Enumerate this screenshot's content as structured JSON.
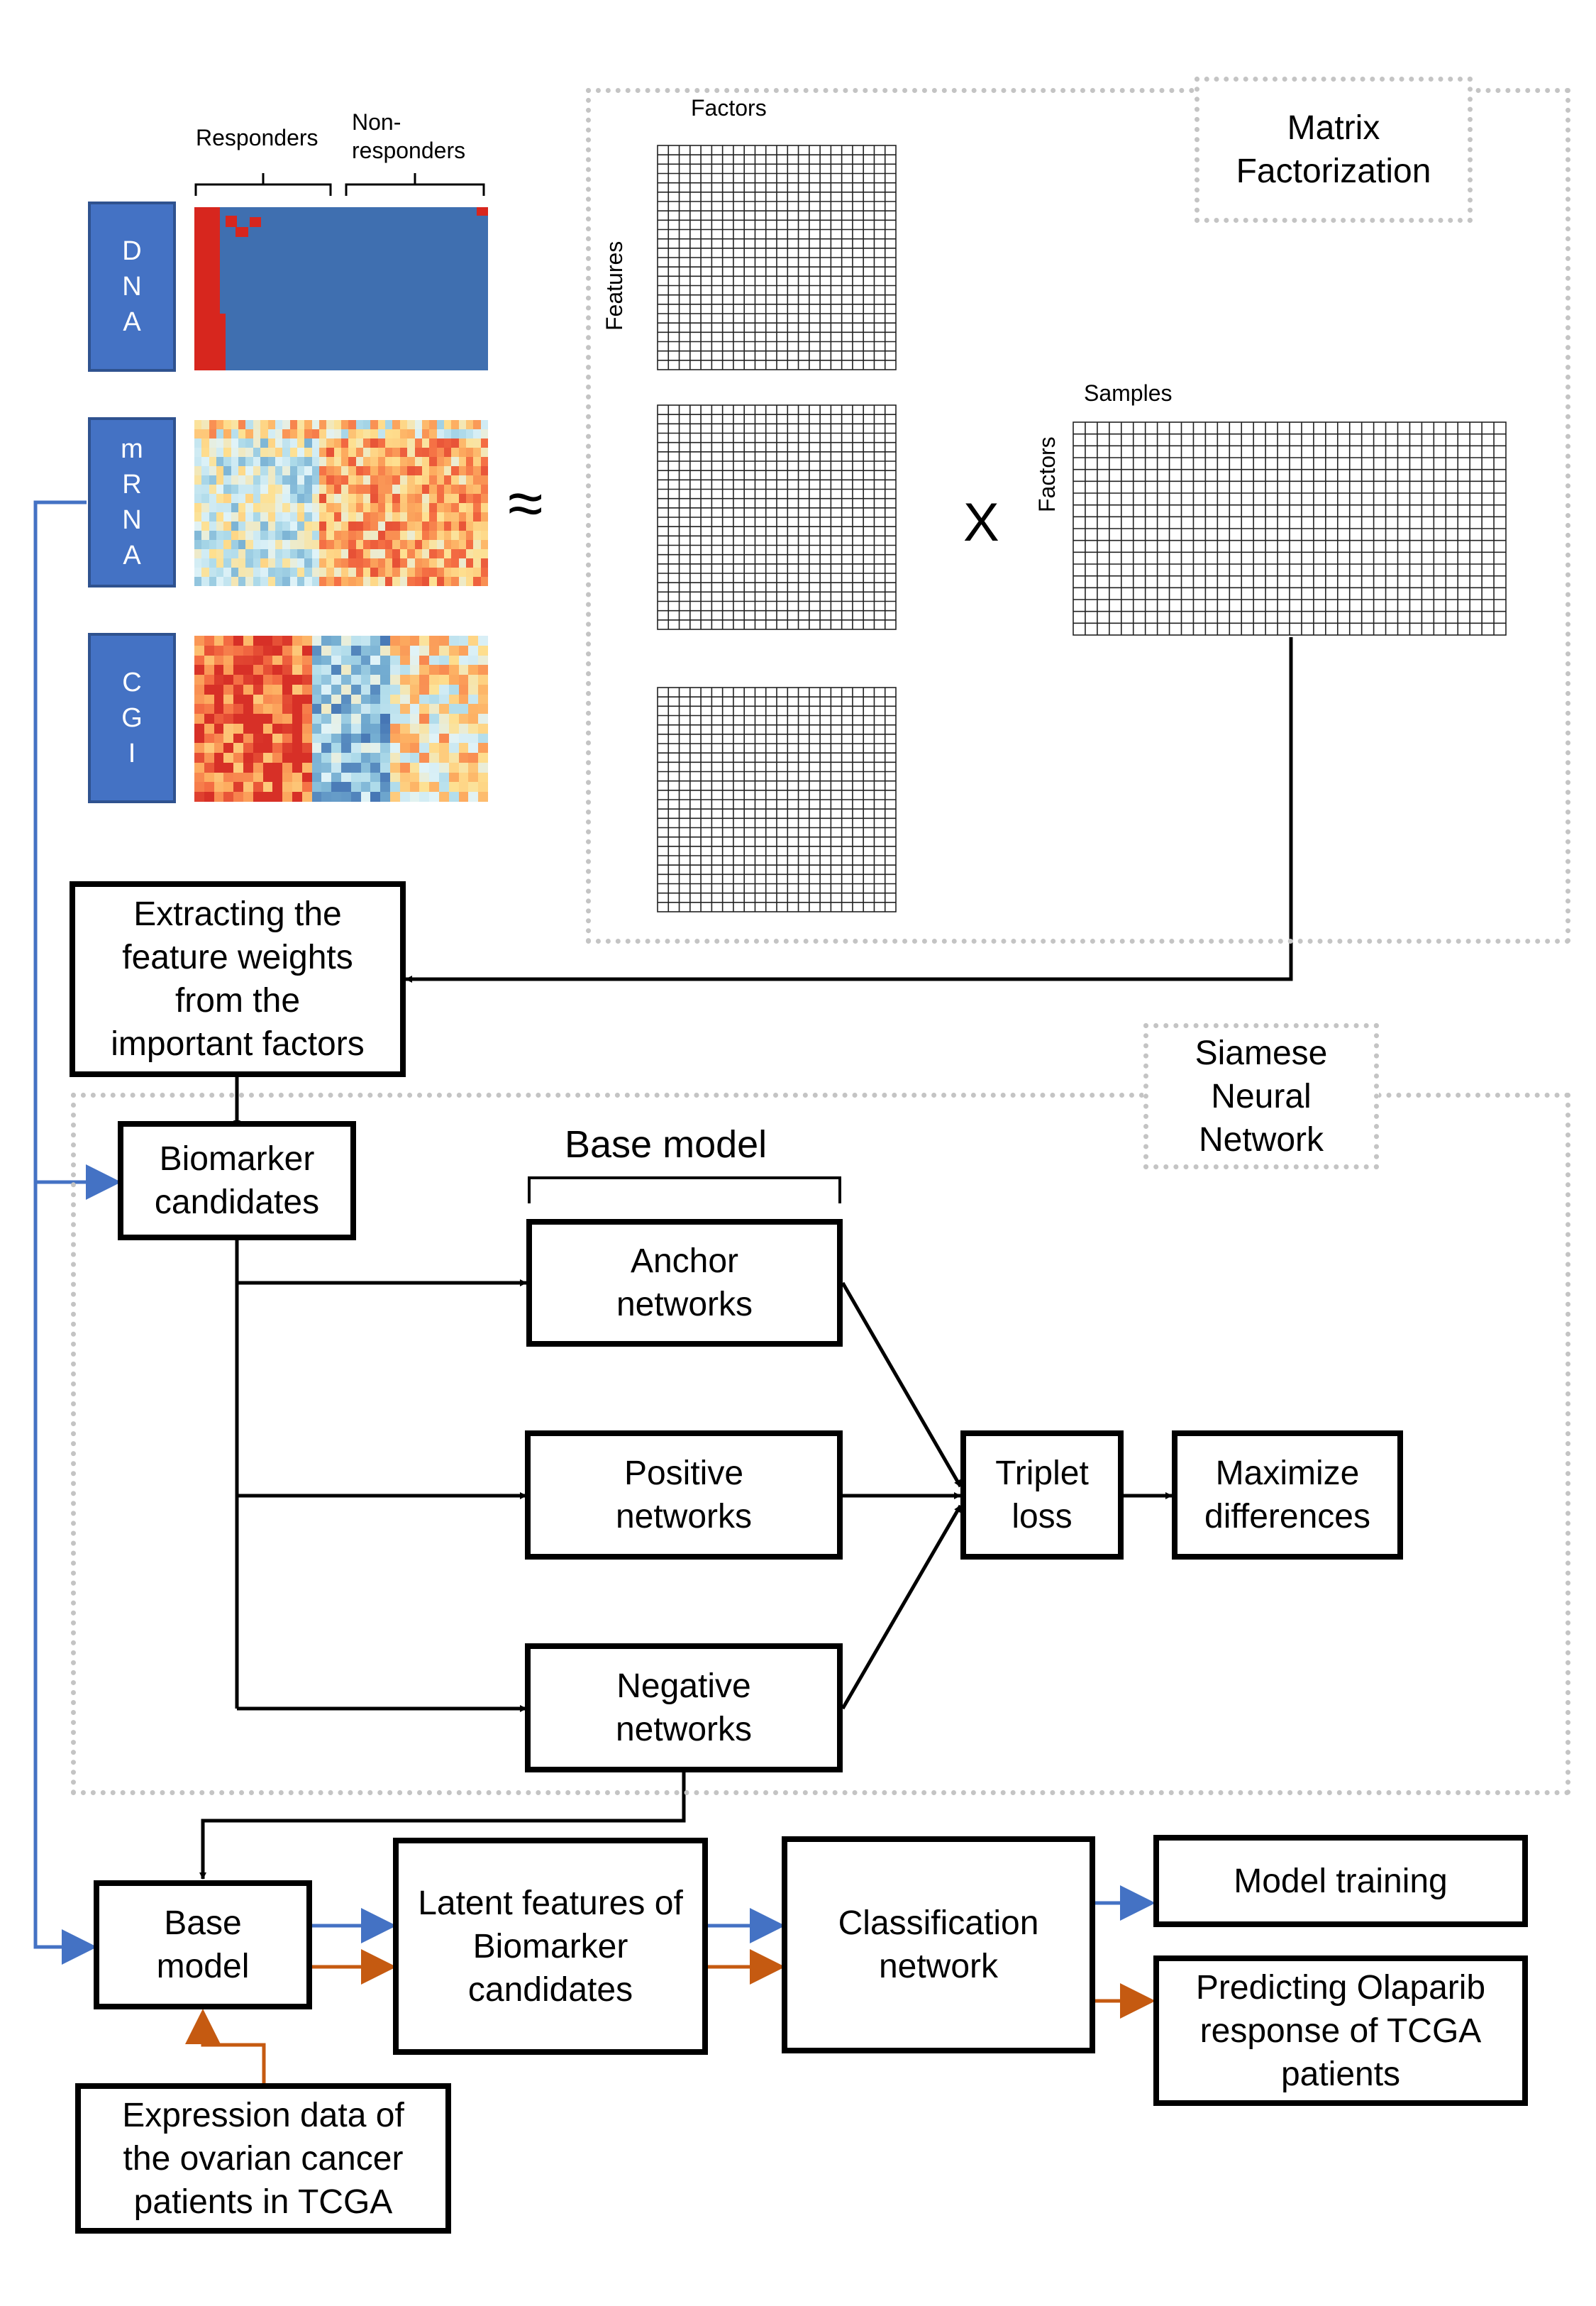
{
  "omics": {
    "dna": [
      "D",
      "N",
      "A"
    ],
    "mrna": [
      "m",
      "R",
      "N",
      "A"
    ],
    "cgi": [
      "C",
      "G",
      "I"
    ]
  },
  "labels": {
    "responders": "Responders",
    "non_responders": "Non-\nresponders",
    "approx": "≈",
    "times": "X",
    "factors_top": "Factors",
    "features": "Features",
    "samples": "Samples",
    "factors_side": "Factors",
    "base_model_header": "Base model"
  },
  "sections": {
    "matrix_factorization": "Matrix\nFactorization",
    "siamese": "Siamese\nNeural\nNetwork"
  },
  "boxes": {
    "extracting": "Extracting the\nfeature weights\nfrom the\nimportant factors",
    "biomarker": "Biomarker\ncandidates",
    "anchor": "Anchor\nnetworks",
    "positive": "Positive\nnetworks",
    "negative": "Negative\nnetworks",
    "triplet": "Triplet\nloss",
    "maximize": "Maximize\ndifferences",
    "base_model": "Base\nmodel",
    "latent": "Latent features of\nBiomarker\ncandidates",
    "classification": "Classification\nnetwork",
    "model_training": "Model training",
    "predicting": "Predicting Olaparib\nresponse of TCGA\npatients",
    "expression": "Expression data of\nthe ovarian cancer\npatients in TCGA"
  },
  "colors": {
    "blue_arrow": "#4472c4",
    "orange_arrow": "#c55a11",
    "dna_blue": "#3f6fb0",
    "dna_red": "#d7261e",
    "omic_box": "#4472c4"
  }
}
